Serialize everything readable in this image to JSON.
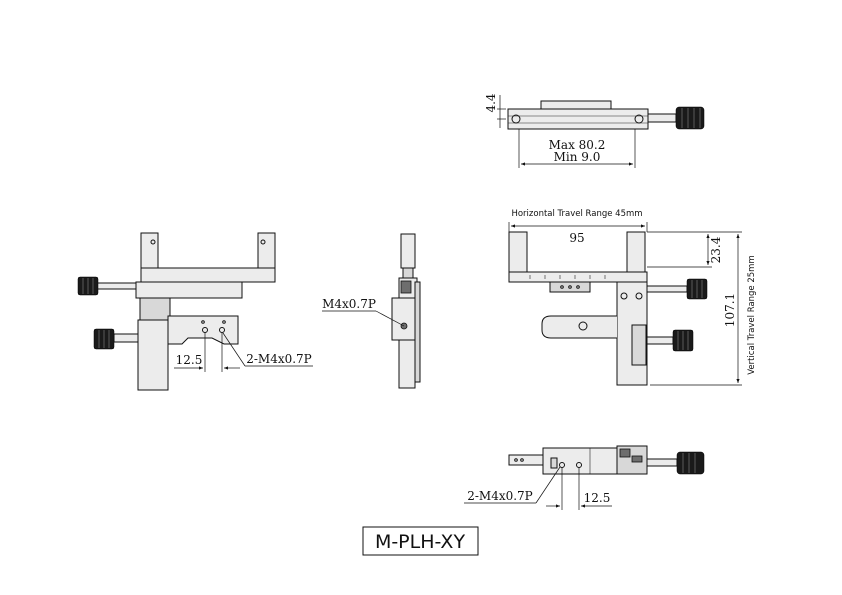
{
  "drawing": {
    "model": "M-PLH-XY",
    "top_view": {
      "height_dim": "4.4",
      "max_dim": "Max 80.2",
      "min_dim": "Min 9.0"
    },
    "front_view": {
      "tap_label": "2-M4x0.7P",
      "pitch_dim": "12.5"
    },
    "side_view": {
      "tap_label": "M4x0.7P"
    },
    "rear_view": {
      "horizontal_travel": "Horizontal Travel Range 45mm",
      "width_dim": "95",
      "top_height_dim": "23.4",
      "total_height_dim": "107.1",
      "vertical_travel": "Vertical Travel Range 25mm"
    },
    "bottom_view": {
      "tap_label": "2-M4x0.7P",
      "pitch_dim": "12.5"
    }
  }
}
